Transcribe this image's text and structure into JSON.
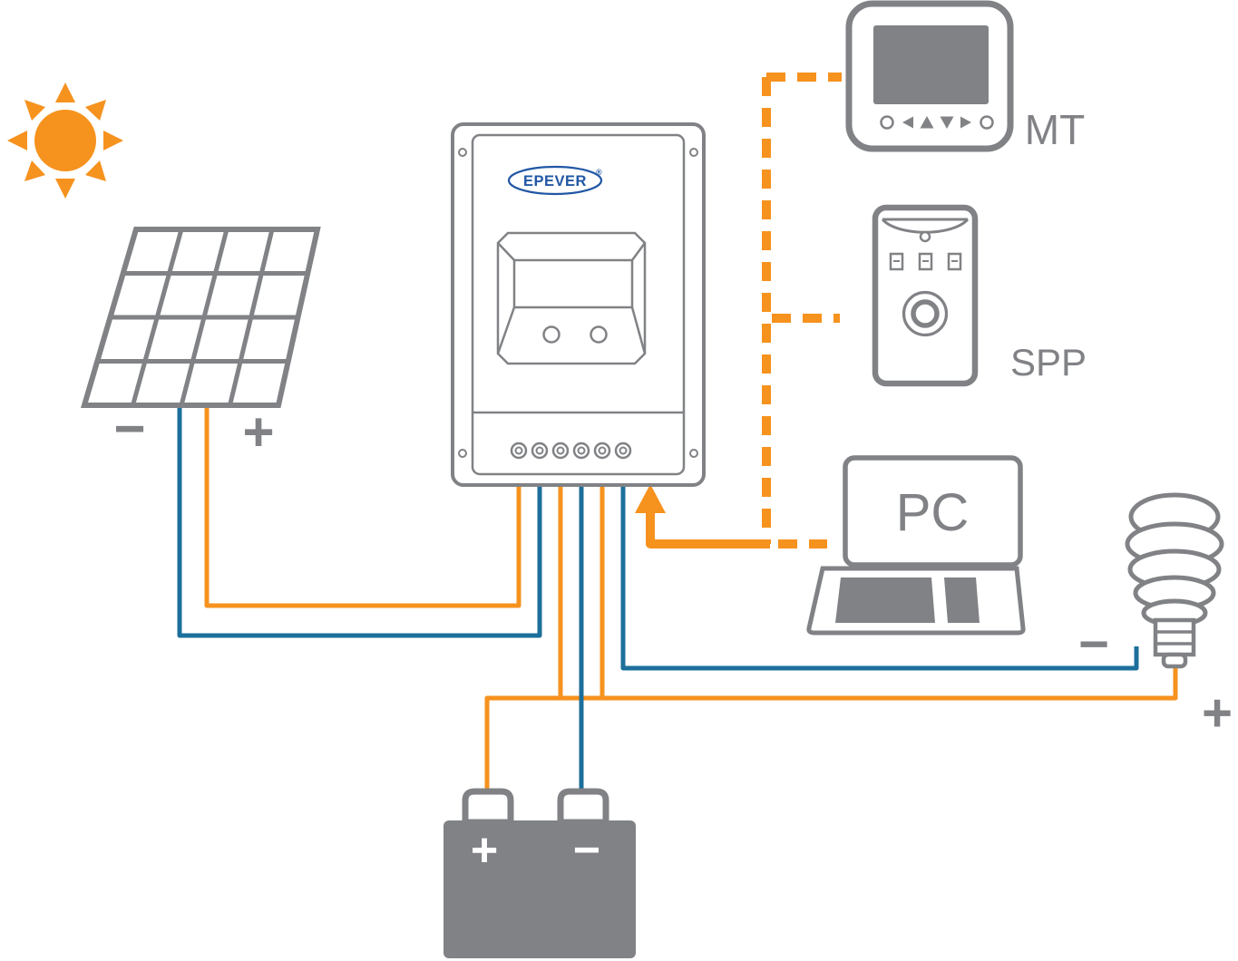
{
  "diagram": {
    "type": "solar-charge-controller-wiring-diagram",
    "labels": {
      "brand": "EPEVER",
      "registered_mark": "®",
      "mt": "MT",
      "spp": "SPP",
      "pc": "PC",
      "panel_negative": "−",
      "panel_positive": "+",
      "load_negative": "−",
      "load_positive": "+",
      "battery_positive": "+",
      "battery_negative": "−"
    },
    "colors": {
      "wire_positive_orange": "#F6921E",
      "wire_negative_blue": "#1C6F9B",
      "device_gray": "#808285",
      "brand_blue": "#2157A4",
      "background": "#FFFFFF"
    }
  }
}
